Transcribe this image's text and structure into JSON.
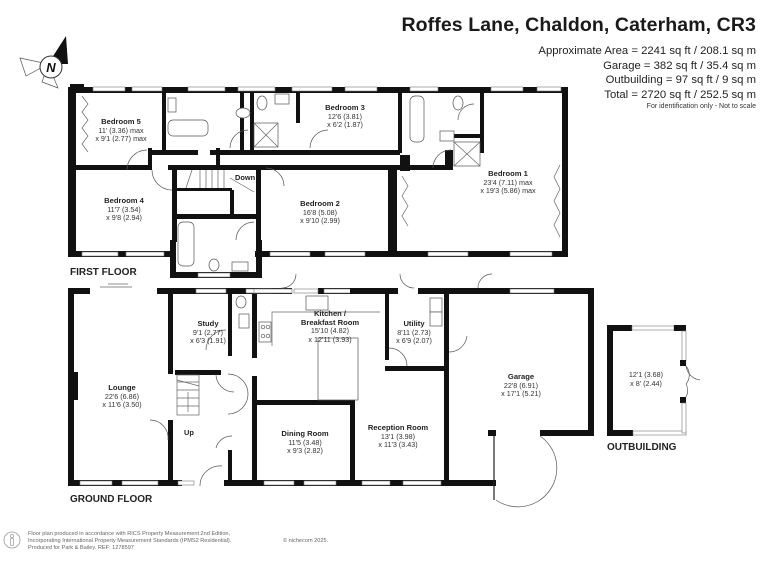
{
  "header": {
    "title": "Roffes Lane, Chaldon, Caterham, CR3",
    "areas": [
      "Approximate Area = 2241 sq ft / 208.1 sq m",
      "Garage = 382 sq ft / 35.4 sq m",
      "Outbuilding = 97 sq ft / 9 sq m",
      "Total = 2720 sq ft / 252.5 sq m"
    ],
    "disclaimer": "For identification only - Not to scale"
  },
  "compass": {
    "label": "N",
    "icon": "north-arrow-icon"
  },
  "first_floor": {
    "label": "FIRST FLOOR",
    "rooms": [
      {
        "name": "Bedroom 5",
        "dim1": "11' (3.36) max",
        "dim2": "x 9'1 (2.77) max"
      },
      {
        "name": "Bedroom 3",
        "dim1": "12'6 (3.81)",
        "dim2": "x 6'2 (1.87)"
      },
      {
        "name": "Bedroom 1",
        "dim1": "23'4 (7.11) max",
        "dim2": "x 19'3 (5.86) max"
      },
      {
        "name": "Bedroom 4",
        "dim1": "11'7 (3.54)",
        "dim2": "x 9'8 (2.94)"
      },
      {
        "name": "Bedroom 2",
        "dim1": "16'8 (5.08)",
        "dim2": "x 9'10 (2.99)"
      }
    ],
    "stairs_label": "Down"
  },
  "ground_floor": {
    "label": "GROUND FLOOR",
    "rooms": [
      {
        "name": "Study",
        "dim1": "9'1 (2.77)",
        "dim2": "x 6'3 (1.91)"
      },
      {
        "name": "Kitchen /",
        "name2": "Breakfast Room",
        "dim1": "15'10 (4.82)",
        "dim2": "x 12'11 (3.93)"
      },
      {
        "name": "Utility",
        "dim1": "8'11 (2.73)",
        "dim2": "x 6'9 (2.07)"
      },
      {
        "name": "Lounge",
        "dim1": "22'6 (6.86)",
        "dim2": "x 11'6 (3.50)"
      },
      {
        "name": "Garage",
        "dim1": "22'8 (6.91)",
        "dim2": "x 17'1 (5.21)"
      },
      {
        "name": "Dining Room",
        "dim1": "11'5 (3.48)",
        "dim2": "x 9'3 (2.82)"
      },
      {
        "name": "Reception Room",
        "dim1": "13'1 (3.98)",
        "dim2": "x 11'3 (3.43)"
      }
    ],
    "stairs_label": "Up"
  },
  "outbuilding": {
    "label": "OUTBUILDING",
    "dim1": "12'1 (3.68)",
    "dim2": "x 8' (2.44)"
  },
  "footer": {
    "line1": "Floor plan produced in accordance with RICS Property Measurement 2nd Edition,",
    "line2": "Incorporating International Property Measurement Standards (IPMS2 Residential).",
    "line3": "Produced for Park & Bailey.   REF:  1278597",
    "copyright": "© nichecom 2025."
  }
}
